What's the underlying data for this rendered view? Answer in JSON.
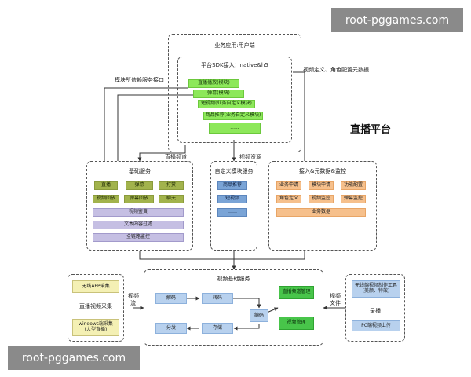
{
  "watermark": "root-pggames.com",
  "platform_title": "直播平台",
  "user_side": {
    "title": "业务应用:用户端",
    "sdk_title": "平台SDK接入：native&h5",
    "modules": [
      "直播播放(模块)",
      "弹幕(模块)",
      "短视频(业务自定义模块)",
      "商品推荐(业务自定义模块)",
      "......"
    ]
  },
  "edge_labels": {
    "module_interface": "模块所依赖服务接口",
    "video_define": "视频定义、角色配置元数据",
    "live_channel": "直播频道",
    "video_resource": "视频资源",
    "video_stream": [
      "视频",
      "流"
    ],
    "video_file": [
      "视频",
      "文件"
    ]
  },
  "basic_services": {
    "title": "基础服务",
    "row1": [
      "直播",
      "弹幕",
      "打赏"
    ],
    "row2": [
      "视频回放",
      "弹幕回放",
      "聊天"
    ],
    "wide": [
      "视频鉴黄",
      "文本内容过滤",
      "全链路监控"
    ]
  },
  "custom_services": {
    "title": "自定义模块服务",
    "items": [
      "商品推荐",
      "短视频",
      "……"
    ]
  },
  "access_services": {
    "title": "接入&元数据&监控",
    "row1": [
      "业务申请",
      "模块申请",
      "功能配置"
    ],
    "row2": [
      "角色定义",
      "视频监控",
      "弹幕监控"
    ],
    "wide": "业务数据"
  },
  "video_foundation": {
    "title": "视频基础服务",
    "decode": "解码",
    "transcode": "转码",
    "encode": "编码",
    "distribute": "分发",
    "storage": "存储",
    "live_mgmt": "直播频道管理",
    "video_mgmt": "视频管理"
  },
  "collection": {
    "app_collect": "无线APP采集",
    "live_collect": "直播视频采集",
    "windows_collect": [
      "windows端采集",
      "(大型直播)"
    ]
  },
  "recording": {
    "tool": [
      "无线端视频制作工具",
      "(美颜、特效)"
    ],
    "title": "录播",
    "pc_upload": "PC端视频上传"
  }
}
